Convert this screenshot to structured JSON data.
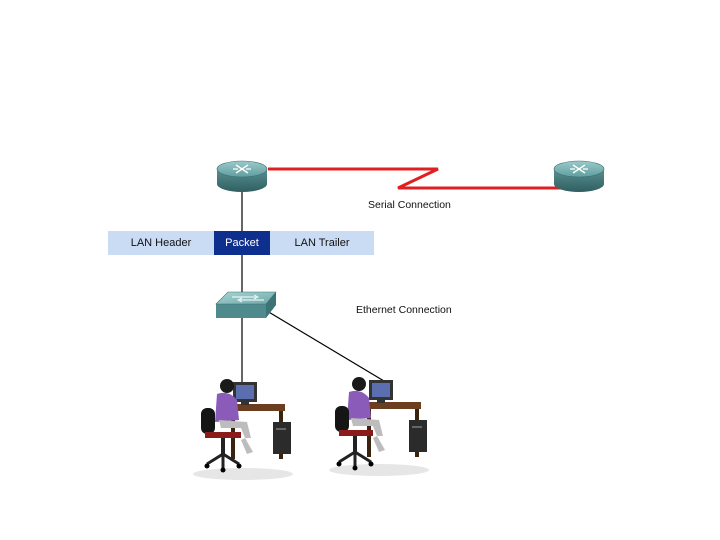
{
  "labels": {
    "serial_connection": "Serial Connection",
    "ethernet_connection": "Ethernet Connection"
  },
  "frame": {
    "lan_header": "LAN Header",
    "packet": "Packet",
    "lan_trailer": "LAN Trailer"
  },
  "colors": {
    "serial_link": "#e02020",
    "frame_fill": "#c9dcf3",
    "packet_fill": "#0f2f8f",
    "router": "#5f9ea0",
    "switch": "#6fa8a8"
  },
  "icons": [
    "router-icon",
    "switch-icon",
    "workstation-user-icon"
  ]
}
